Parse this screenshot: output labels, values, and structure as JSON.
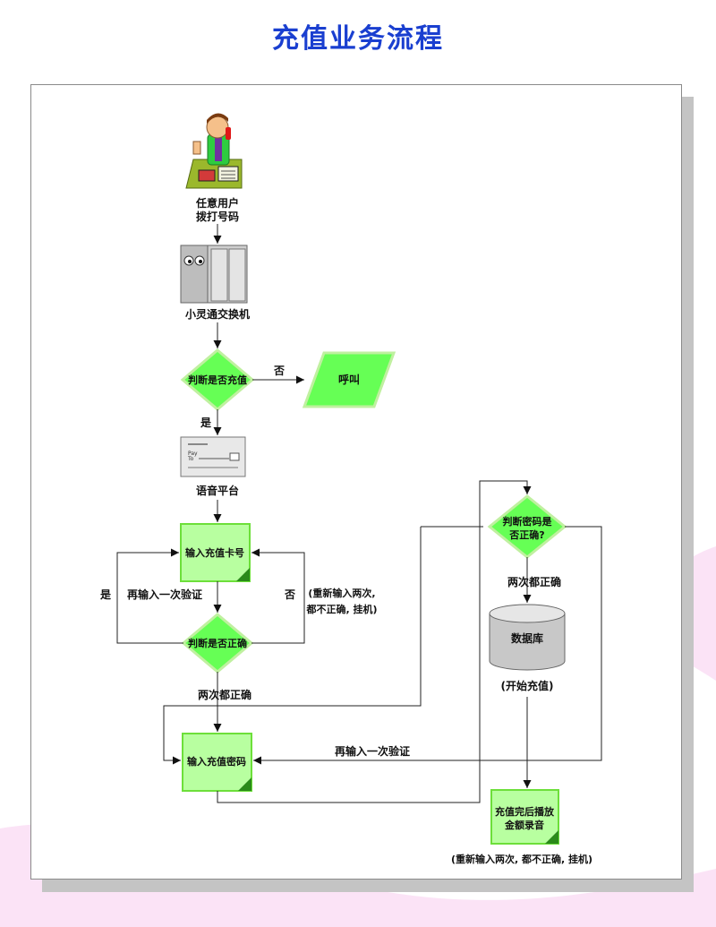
{
  "title": "充值业务流程",
  "nodes": {
    "user_line1": "任意用户",
    "user_line2": "拨打号码",
    "switch": "小灵通交换机",
    "decision_recharge": "判断是否充值",
    "call": "呼叫",
    "voice_platform": "语音平台",
    "input_card": "输入充值卡号",
    "decision_correct": "判断是否正确",
    "input_password": "输入充值密码",
    "decision_pw_line1": "判断密码是",
    "decision_pw_line2": "否正确?",
    "database": "数据库",
    "finish_line1": "充值完后播放",
    "finish_line2": "金额录音"
  },
  "edges": {
    "no": "否",
    "yes": "是",
    "left_yes": "是",
    "retry_left": "再输入一次验证",
    "right_no": "否",
    "retry_right_line1": "(重新输入两次,",
    "retry_right_line2": "都不正确, 挂机)",
    "both_correct_1": "两次都正确",
    "both_correct_2": "两次都正确",
    "start_recharge": "(开始充值)",
    "retry_bottom": "再输入一次验证",
    "bottom_note": "(重新输入两次, 都不正确, 挂机)"
  },
  "colors": {
    "title": "#1a3fd0",
    "node_green": "#66ff55",
    "box_green": "#b8ffa0",
    "background_pink": "#fbd8f3"
  }
}
